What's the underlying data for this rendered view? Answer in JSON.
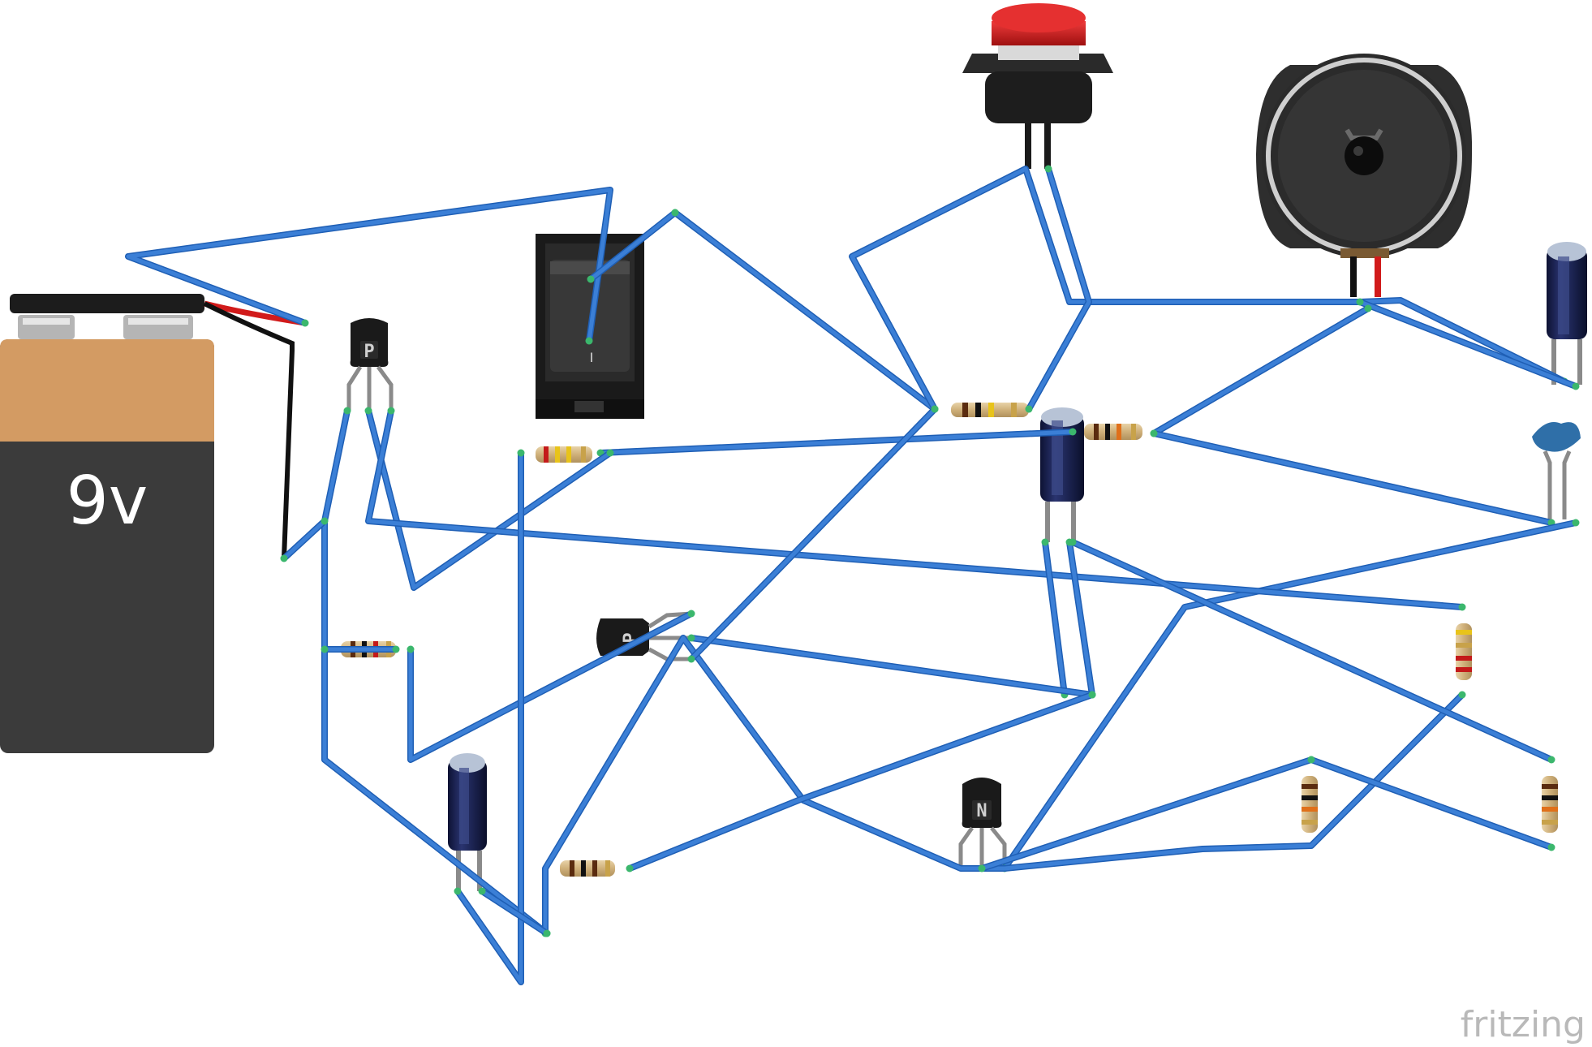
{
  "battery": {
    "label": "9v"
  },
  "transistors": [
    {
      "label": "P"
    },
    {
      "label": "P"
    },
    {
      "label": "N"
    }
  ],
  "switch": {
    "label": "I"
  },
  "brand": "fritzing",
  "colors": {
    "wire": "#3b7fd6",
    "wire_edge": "#1f5fb5",
    "connector": "#3bb76d",
    "battery_top": "#d39b63",
    "battery_body": "#3d3d3d",
    "capacitor": "#121a3d",
    "button_red": "#d11b1b"
  }
}
